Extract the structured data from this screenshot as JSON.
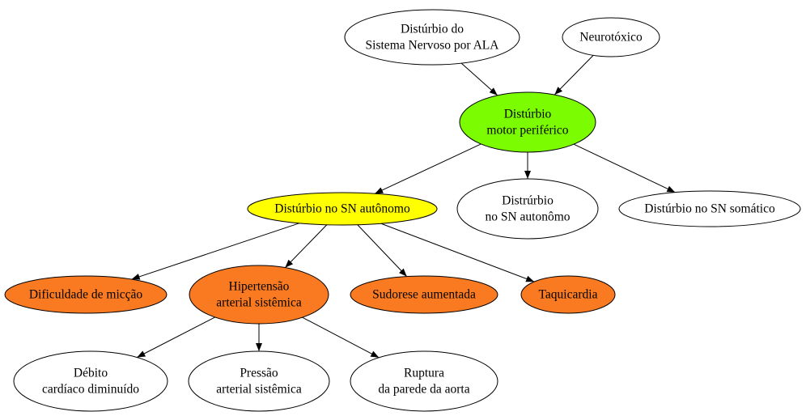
{
  "diagram": {
    "colors": {
      "green": "#7cfc00",
      "yellow": "#ffff00",
      "orange": "#f97a21",
      "white": "#ffffff",
      "stroke": "#000000"
    },
    "nodes": {
      "disturbio_ala": {
        "lines": [
          "Distúrbio do",
          "Sistema Nervoso por ALA"
        ],
        "fill": "white"
      },
      "neurotoxico": {
        "lines": [
          "Neurotóxico"
        ],
        "fill": "white"
      },
      "motor_periferico": {
        "lines": [
          "Distúrbio",
          "motor periférico"
        ],
        "fill": "green"
      },
      "sn_autonomo": {
        "lines": [
          "Distúrbio no SN autônomo"
        ],
        "fill": "yellow"
      },
      "distrurbio_autonomo": {
        "lines": [
          "Distrúrbio",
          "no SN autonômo"
        ],
        "fill": "white"
      },
      "sn_somatico": {
        "lines": [
          "Distúrbio no SN somático"
        ],
        "fill": "white"
      },
      "diff_miccao": {
        "lines": [
          "Dificuldade de micção"
        ],
        "fill": "orange"
      },
      "hipertensao": {
        "lines": [
          "Hipertensão",
          "arterial sistêmica"
        ],
        "fill": "orange"
      },
      "sudorese": {
        "lines": [
          "Sudorese aumentada"
        ],
        "fill": "orange"
      },
      "taquicardia": {
        "lines": [
          "Taquicardia"
        ],
        "fill": "orange"
      },
      "debito": {
        "lines": [
          "Débito",
          "cardíaco diminuído"
        ],
        "fill": "white"
      },
      "pressao": {
        "lines": [
          "Pressão",
          "arterial sistêmica"
        ],
        "fill": "white"
      },
      "ruptura": {
        "lines": [
          "Ruptura",
          "da parede da aorta"
        ],
        "fill": "white"
      }
    },
    "edges": [
      {
        "from": "disturbio_ala",
        "to": "motor_periferico"
      },
      {
        "from": "neurotoxico",
        "to": "motor_periferico"
      },
      {
        "from": "motor_periferico",
        "to": "sn_autonomo"
      },
      {
        "from": "motor_periferico",
        "to": "distrurbio_autonomo"
      },
      {
        "from": "motor_periferico",
        "to": "sn_somatico"
      },
      {
        "from": "sn_autonomo",
        "to": "diff_miccao"
      },
      {
        "from": "sn_autonomo",
        "to": "hipertensao"
      },
      {
        "from": "sn_autonomo",
        "to": "sudorese"
      },
      {
        "from": "sn_autonomo",
        "to": "taquicardia"
      },
      {
        "from": "hipertensao",
        "to": "debito"
      },
      {
        "from": "hipertensao",
        "to": "pressao"
      },
      {
        "from": "hipertensao",
        "to": "ruptura"
      }
    ]
  }
}
